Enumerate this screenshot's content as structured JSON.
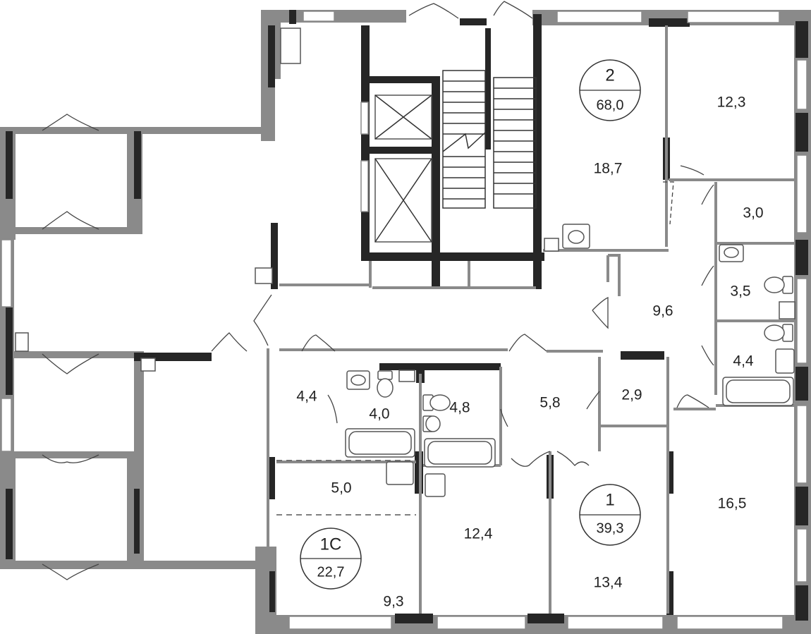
{
  "apartments": [
    {
      "id": "apt-2",
      "number": "2",
      "total": "68,0"
    },
    {
      "id": "apt-1",
      "number": "1",
      "total": "39,3"
    },
    {
      "id": "apt-1c",
      "number": "1С",
      "total": "22,7"
    }
  ],
  "rooms": [
    {
      "id": "room-12-3",
      "area": "12,3"
    },
    {
      "id": "room-18-7",
      "area": "18,7"
    },
    {
      "id": "room-3-0",
      "area": "3,0"
    },
    {
      "id": "room-3-5",
      "area": "3,5"
    },
    {
      "id": "room-9-6",
      "area": "9,6"
    },
    {
      "id": "room-4-4-right",
      "area": "4,4"
    },
    {
      "id": "room-2-9",
      "area": "2,9"
    },
    {
      "id": "room-5-8",
      "area": "5,8"
    },
    {
      "id": "room-4-8",
      "area": "4,8"
    },
    {
      "id": "room-4-0",
      "area": "4,0"
    },
    {
      "id": "room-4-4-left",
      "area": "4,4"
    },
    {
      "id": "room-5-0",
      "area": "5,0"
    },
    {
      "id": "room-12-4",
      "area": "12,4"
    },
    {
      "id": "room-16-5",
      "area": "16,5"
    },
    {
      "id": "room-13-4",
      "area": "13,4"
    },
    {
      "id": "room-9-3",
      "area": "9,3"
    }
  ]
}
